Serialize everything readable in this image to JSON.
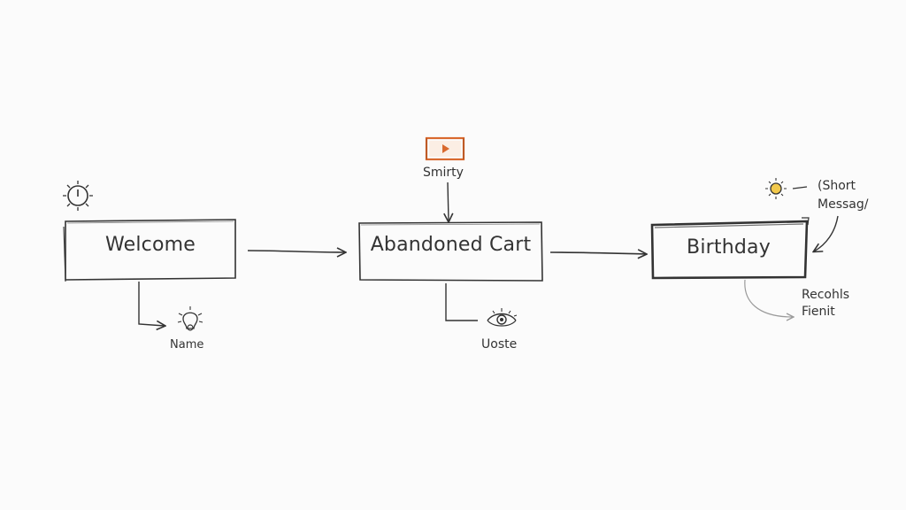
{
  "diagram": {
    "nodes": {
      "welcome": {
        "label": "Welcome"
      },
      "abandoned_cart": {
        "label": "Abandoned Cart"
      },
      "birthday": {
        "label": "Birthday"
      }
    },
    "annotations": {
      "welcome_sub": "Name",
      "cart_top": "Smirty",
      "cart_sub": "Uoste",
      "birthday_top_line1": "(Short",
      "birthday_top_line2": "Messag/",
      "birthday_side_line1": "Recohls",
      "birthday_side_line2": "Fienit"
    },
    "colors": {
      "ink": "#333333",
      "accent_orange": "#d9692e",
      "accent_yellow": "#f2c94c",
      "faint_gray": "#9a9a9a"
    },
    "icons": [
      "clock-icon",
      "lightbulb-icon",
      "video-icon",
      "eye-icon",
      "sun-icon"
    ]
  }
}
